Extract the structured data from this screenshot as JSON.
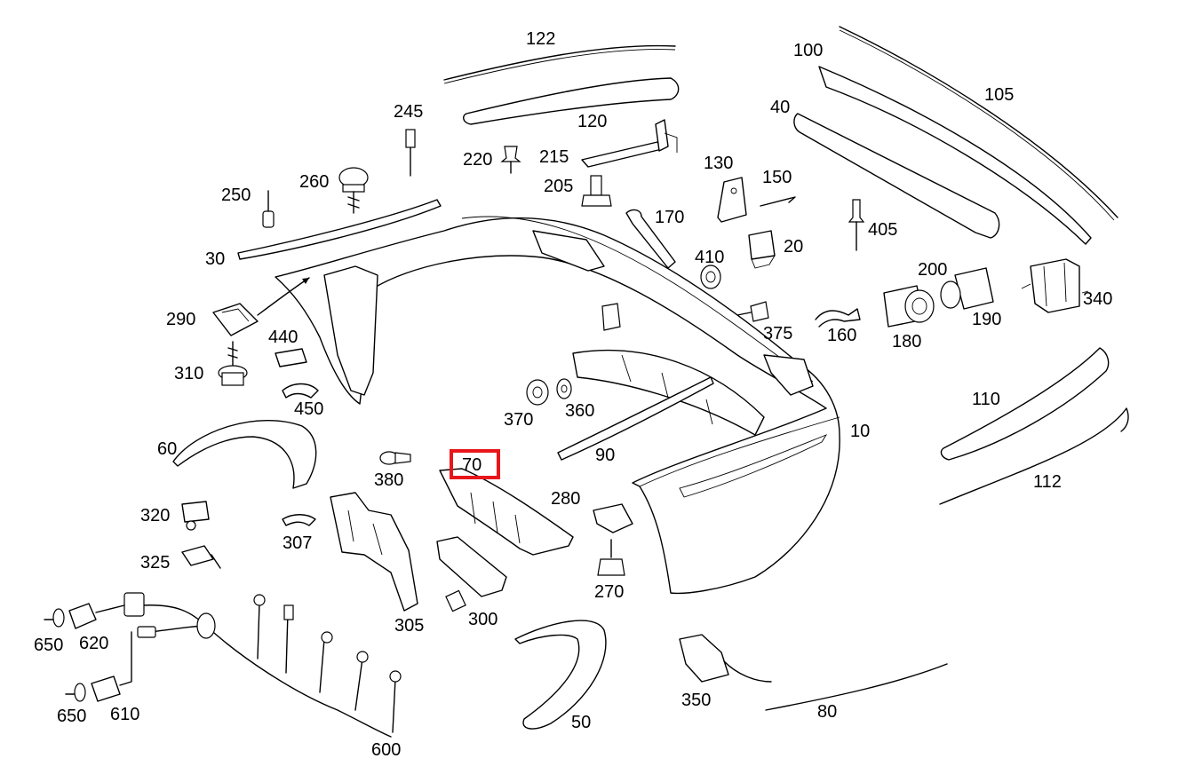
{
  "highlight": {
    "label": "70",
    "color": "#e8161b"
  },
  "labels": {
    "p10": "10",
    "p20": "20",
    "p30": "30",
    "p40": "40",
    "p50": "50",
    "p60": "60",
    "p70": "70",
    "p80": "80",
    "p90": "90",
    "p100": "100",
    "p105": "105",
    "p110": "110",
    "p112": "112",
    "p120": "120",
    "p122": "122",
    "p130": "130",
    "p150": "150",
    "p160": "160",
    "p170": "170",
    "p180": "180",
    "p190": "190",
    "p200": "200",
    "p205": "205",
    "p215": "215",
    "p220": "220",
    "p245": "245",
    "p250": "250",
    "p260": "260",
    "p270": "270",
    "p280": "280",
    "p290": "290",
    "p300": "300",
    "p305": "305",
    "p307": "307",
    "p310": "310",
    "p320": "320",
    "p325": "325",
    "p340": "340",
    "p350": "350",
    "p360": "360",
    "p370": "370",
    "p375": "375",
    "p380": "380",
    "p405": "405",
    "p410": "410",
    "p440": "440",
    "p450": "450",
    "p600": "600",
    "p610": "610",
    "p620": "620",
    "p650a": "650",
    "p650b": "650"
  }
}
